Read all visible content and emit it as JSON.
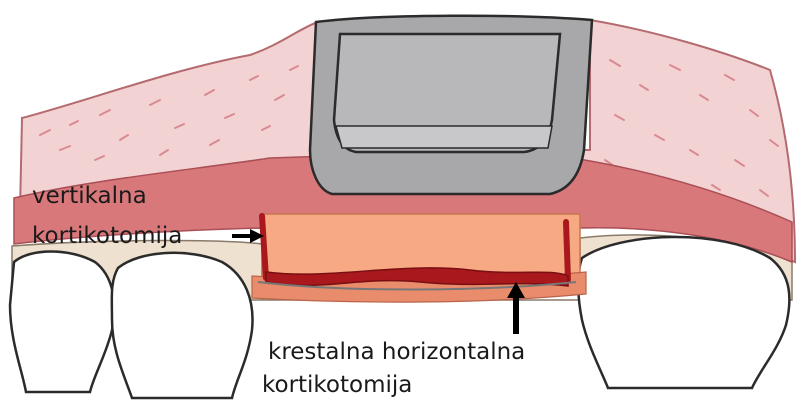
{
  "labels": {
    "vertical_line1": "vertikalna",
    "vertical_line2": "kortikotomija",
    "crestal_line1": "krestalna horizontalna",
    "crestal_line2": "kortikotomija"
  },
  "colors": {
    "background": "#ffffff",
    "mucosa_pink": "#f3d2d3",
    "mucosa_speckle": "#d98a90",
    "gingiva_red": "#d9787b",
    "bone_beige": "#efe1cf",
    "graft_orange": "#f6a983",
    "graft_deep": "#e98c6c",
    "cortical_cut": "#a8181d",
    "device_gray": "#a8a8aa",
    "device_light": "#c8c8ca",
    "outline": "#2b2b2b",
    "arrow": "#000000"
  }
}
